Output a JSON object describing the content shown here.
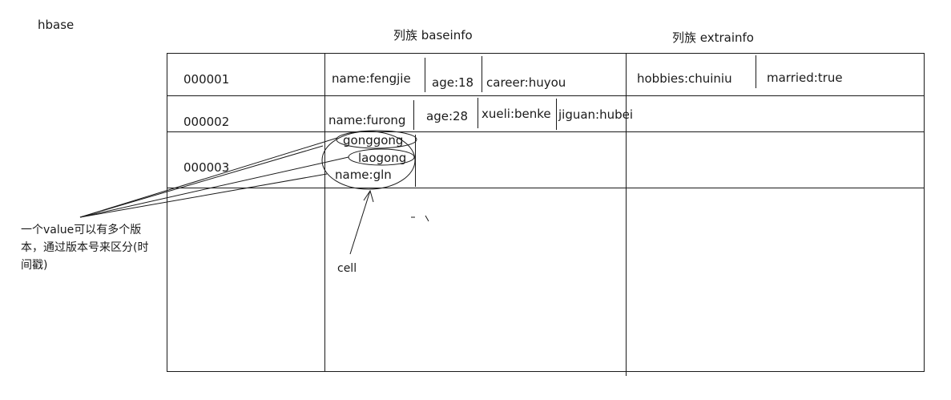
{
  "title": "hbase",
  "families": [
    {
      "label": "列族 baseinfo"
    },
    {
      "label": "列族 extrainfo"
    }
  ],
  "rows": [
    {
      "key": "000001",
      "cells": [
        "name:fengjie",
        "age:18",
        "career:huyou",
        "hobbies:chuiniu",
        "married:true"
      ]
    },
    {
      "key": "000002",
      "cells": [
        "name:furong",
        "age:28",
        "xueli:benke",
        "jiguan:hubei"
      ]
    },
    {
      "key": "000003",
      "versions": [
        "gonggong",
        "laogong",
        "name:gln"
      ]
    }
  ],
  "annotations": {
    "versions_note": "一个value可以有多个版本，通过版本号来区分(时间戳)",
    "cell_label": "cell"
  },
  "colors": {
    "line": "#1a1a1a",
    "background": "#ffffff"
  }
}
